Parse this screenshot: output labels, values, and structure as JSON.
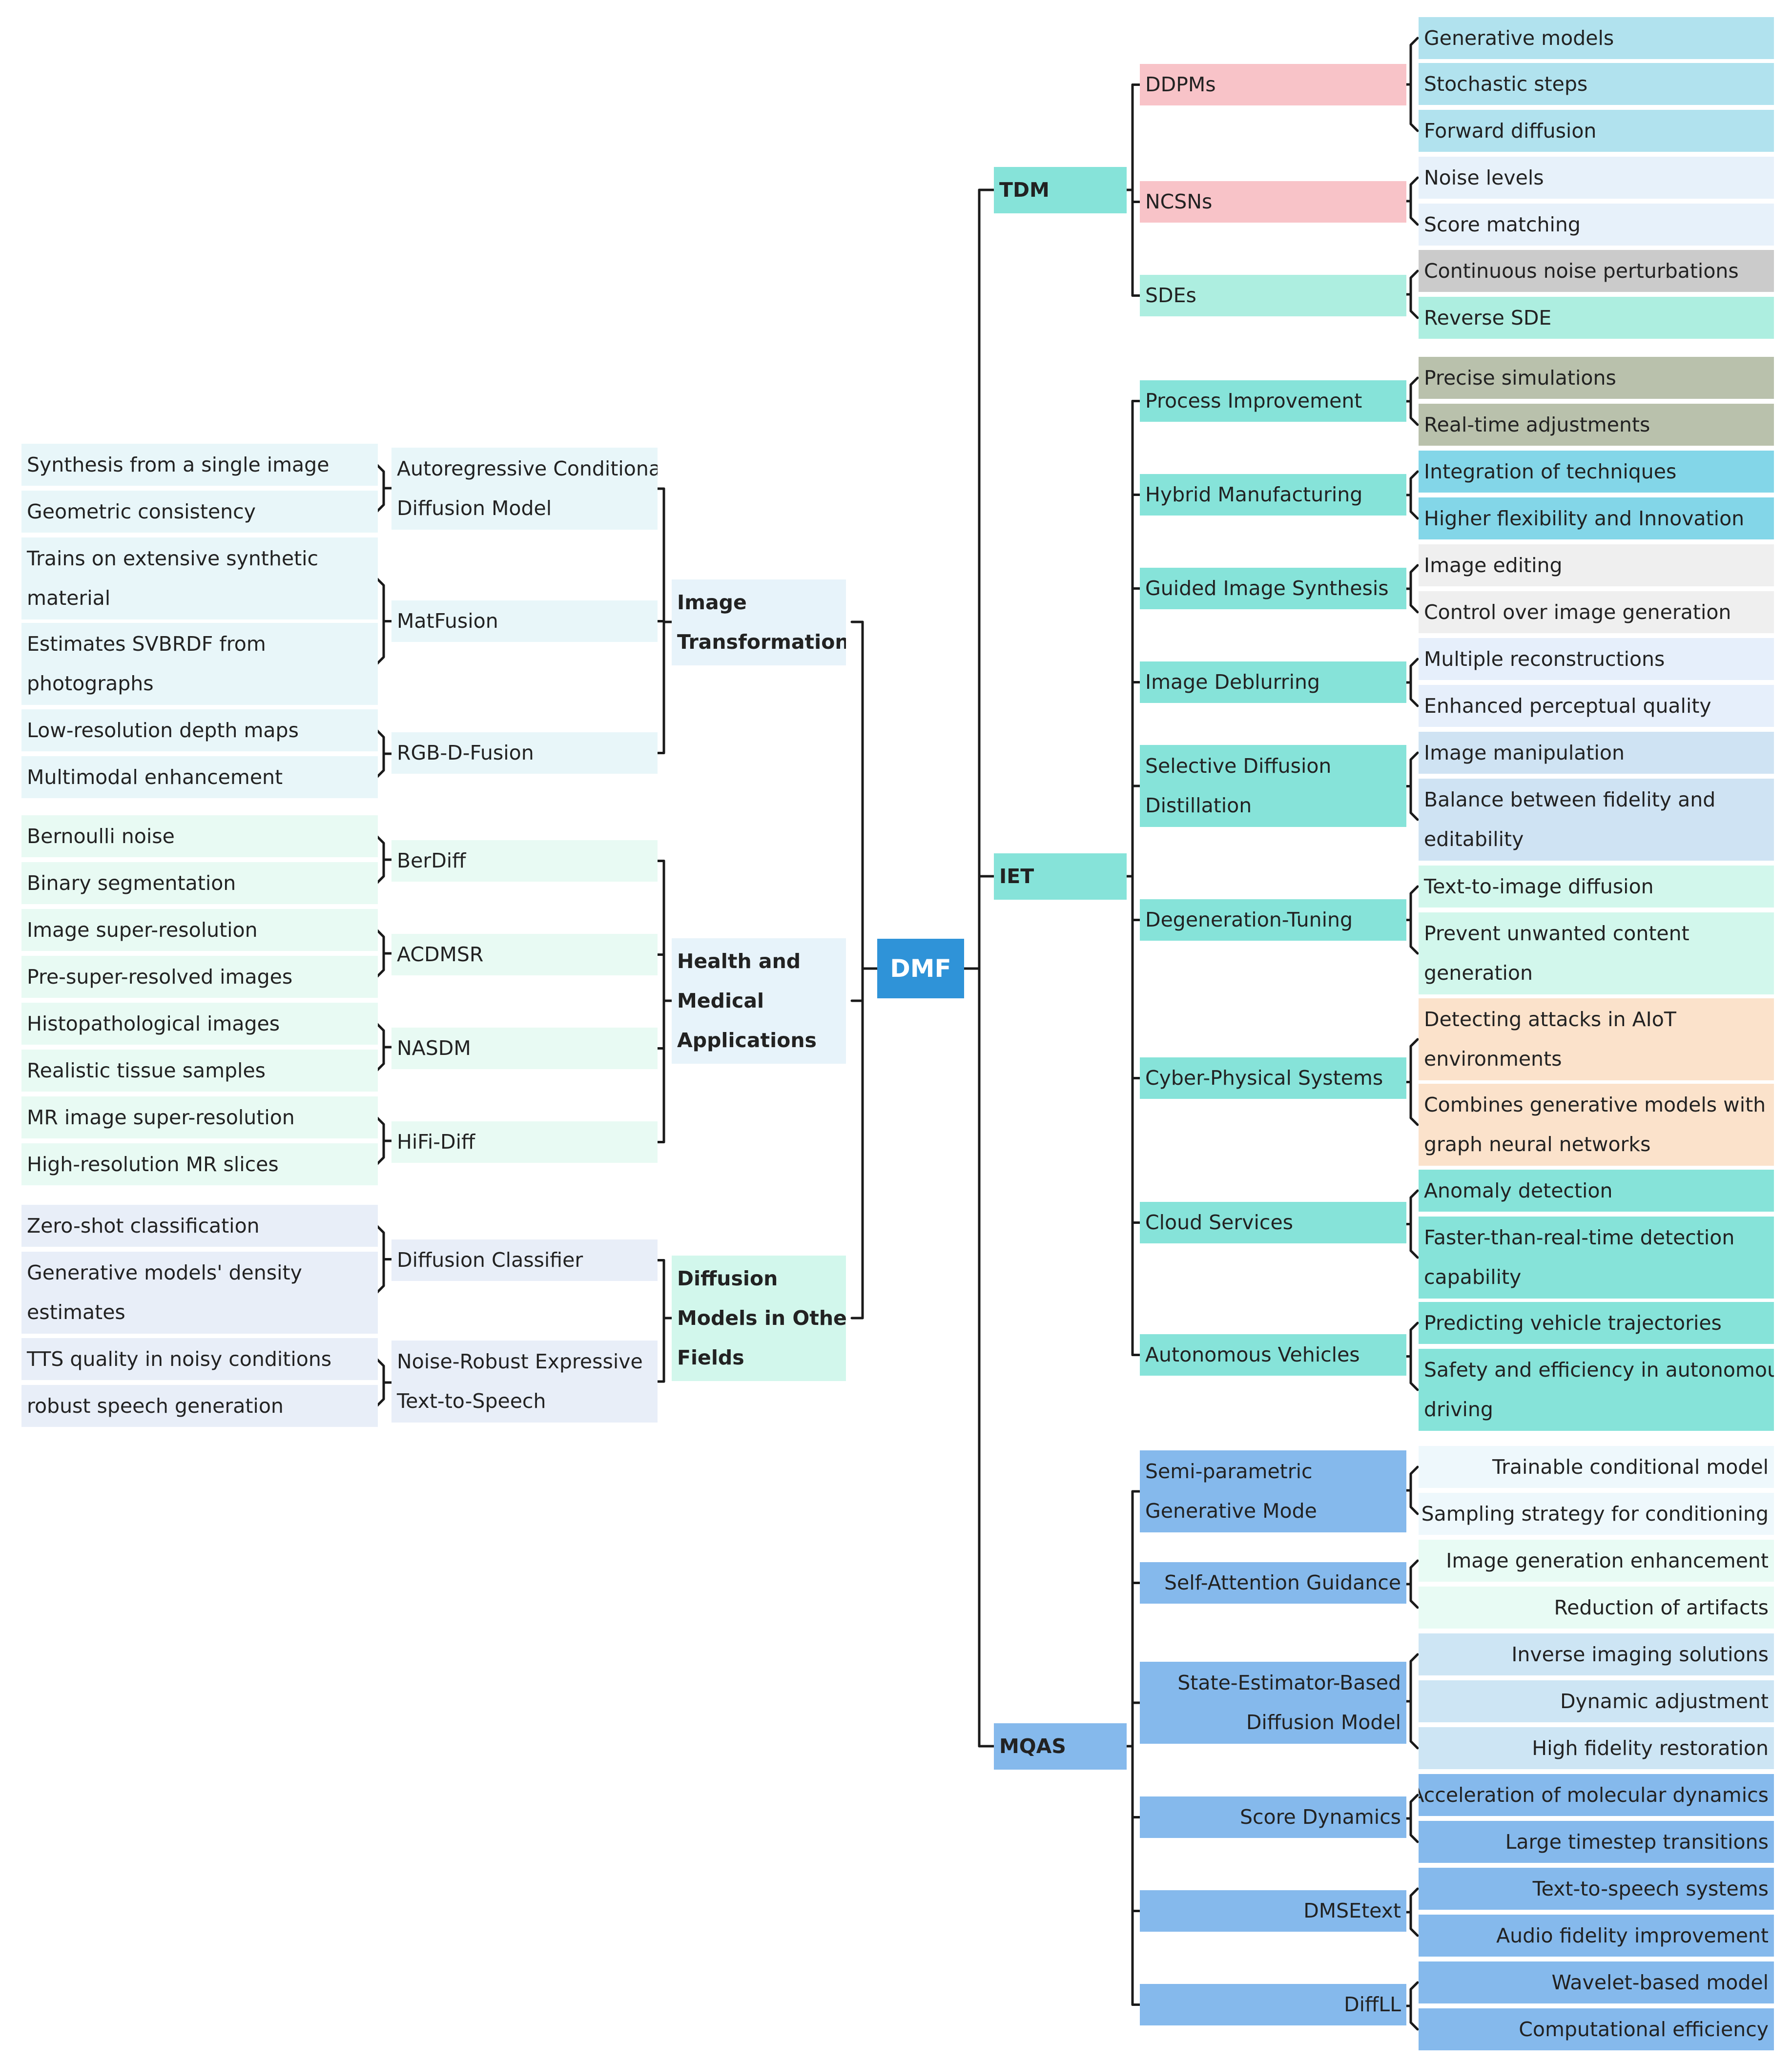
{
  "diagram": {
    "type": "mind-map",
    "colors": {
      "root": "#2f93d8",
      "line": "#1a1a1a",
      "teal": "#86e3d9",
      "mint": "#adeee0",
      "pink": "#f8c3c8",
      "sky": "#b1e2ee",
      "pale_blue": "#e7f1fa",
      "grey": "#cbcbcb",
      "olive": "#b9c1ac",
      "cyan": "#83d6e8",
      "light_grey": "#efefef",
      "lavender": "#e6effb",
      "powder": "#cfe3f3",
      "mint_light": "#d2f7ec",
      "peach": "#fbe2cb",
      "blue": "#85b9ec",
      "ice": "#eef8fc",
      "mint_pale": "#e8fbf4",
      "blue_light": "#cde5f4",
      "left_cyan": "#e8f6f9",
      "left_green": "#e8faf3",
      "left_lavender": "#e8eef8",
      "head_blue": "#e7f3fa",
      "head_green": "#d2f7ec"
    },
    "root": {
      "label": "DMF"
    },
    "right": {
      "tdm": {
        "label": "TDM",
        "ddpms": {
          "label": "DDPMs",
          "items": [
            "Generative models",
            "Stochastic steps",
            "Forward diffusion"
          ]
        },
        "ncsns": {
          "label": "NCSNs",
          "items": [
            "Noise levels",
            "Score matching"
          ]
        },
        "sdes": {
          "label": "SDEs",
          "items": [
            "Continuous noise perturbations",
            "Reverse SDE"
          ]
        }
      },
      "iet": {
        "label": "IET",
        "process": {
          "label": "Process Improvement",
          "items": [
            "Precise simulations",
            "Real-time adjustments"
          ]
        },
        "hybrid": {
          "label": "Hybrid Manufacturing",
          "items": [
            "Integration of techniques",
            "Higher flexibility and Innovation"
          ]
        },
        "guided": {
          "label": "Guided Image Synthesis",
          "items": [
            "Image editing",
            "Control over image generation"
          ]
        },
        "deblur": {
          "label": "Image Deblurring",
          "items": [
            "Multiple reconstructions",
            "Enhanced perceptual quality"
          ]
        },
        "selective": {
          "label_lines": [
            "Selective Diffusion",
            "Distillation"
          ],
          "items": [
            "Image manipulation"
          ],
          "item2_lines": [
            "Balance between fidelity and",
            "editability"
          ]
        },
        "degeneration": {
          "label": "Degeneration-Tuning",
          "items": [
            "Text-to-image diffusion"
          ],
          "item2_lines": [
            "Prevent unwanted content",
            "generation"
          ]
        },
        "cps": {
          "label": "Cyber-Physical Systems",
          "item1_lines": [
            "Detecting attacks in AIoT",
            "environments"
          ],
          "item2_lines": [
            "Combines generative models with",
            "graph neural networks"
          ]
        },
        "cloud": {
          "label": "Cloud Services",
          "items": [
            "Anomaly detection"
          ],
          "item2_lines": [
            "Faster-than-real-time detection",
            "capability"
          ]
        },
        "vehicles": {
          "label": "Autonomous Vehicles",
          "items": [
            "Predicting vehicle trajectories"
          ],
          "item2_lines": [
            "Safety and efficiency in autonomous",
            "driving"
          ]
        }
      },
      "mqas": {
        "label": "MQAS",
        "semi": {
          "label_lines": [
            "Semi-parametric",
            "Generative Mode"
          ],
          "items": [
            "Trainable conditional model",
            "Sampling strategy for conditioning"
          ]
        },
        "sag": {
          "label": "Self-Attention Guidance",
          "items": [
            "Image generation enhancement",
            "Reduction of artifacts"
          ]
        },
        "seb": {
          "label_lines": [
            "State-Estimator-Based",
            "Diffusion Model"
          ],
          "items": [
            "Inverse imaging solutions",
            "Dynamic adjustment",
            "High fidelity restoration"
          ]
        },
        "score": {
          "label": "Score Dynamics",
          "items": [
            "Acceleration of molecular dynamics",
            "Large timestep transitions"
          ]
        },
        "dmse": {
          "label": "DMSEtext",
          "items": [
            "Text-to-speech systems",
            "Audio fidelity improvement"
          ]
        },
        "diffll": {
          "label": "DiffLL",
          "items": [
            "Wavelet-based model",
            "Computational efficiency"
          ]
        }
      }
    },
    "left": {
      "image": {
        "label_lines": [
          "Image",
          "Transformation"
        ],
        "arcdm": {
          "label_lines": [
            "Autoregressive Conditional",
            "Diffusion Model"
          ],
          "items": [
            "Synthesis from a single image",
            "Geometric consistency"
          ]
        },
        "matfusion": {
          "label": "MatFusion",
          "item1_lines": [
            "Trains on extensive synthetic",
            "material"
          ],
          "item2_lines": [
            "Estimates SVBRDF from",
            "photographs"
          ]
        },
        "rgbd": {
          "label": "RGB-D-Fusion",
          "items": [
            "Low-resolution depth maps",
            "Multimodal enhancement"
          ]
        }
      },
      "health": {
        "label_lines": [
          "Health and",
          "Medical",
          "Applications"
        ],
        "berdiff": {
          "label": "BerDiff",
          "items": [
            "Bernoulli noise",
            "Binary segmentation"
          ]
        },
        "acdmsr": {
          "label": "ACDMSR",
          "items": [
            "Image super-resolution",
            "Pre-super-resolved images"
          ]
        },
        "nasdm": {
          "label": "NASDM",
          "items": [
            "Histopathological images",
            "Realistic tissue samples"
          ]
        },
        "hifi": {
          "label": "HiFi-Diff",
          "items": [
            "MR image super-resolution",
            "High-resolution MR slices"
          ]
        }
      },
      "other": {
        "label_lines": [
          "Diffusion",
          "Models in Other",
          "Fields"
        ],
        "classifier": {
          "label": "Diffusion Classifier",
          "items": [
            "Zero-shot classification"
          ],
          "item2_lines": [
            "Generative models' density",
            "estimates"
          ]
        },
        "tts": {
          "label_lines": [
            "Noise-Robust Expressive",
            "Text-to-Speech"
          ],
          "items": [
            "TTS quality in noisy conditions",
            "robust speech generation"
          ]
        }
      }
    }
  }
}
